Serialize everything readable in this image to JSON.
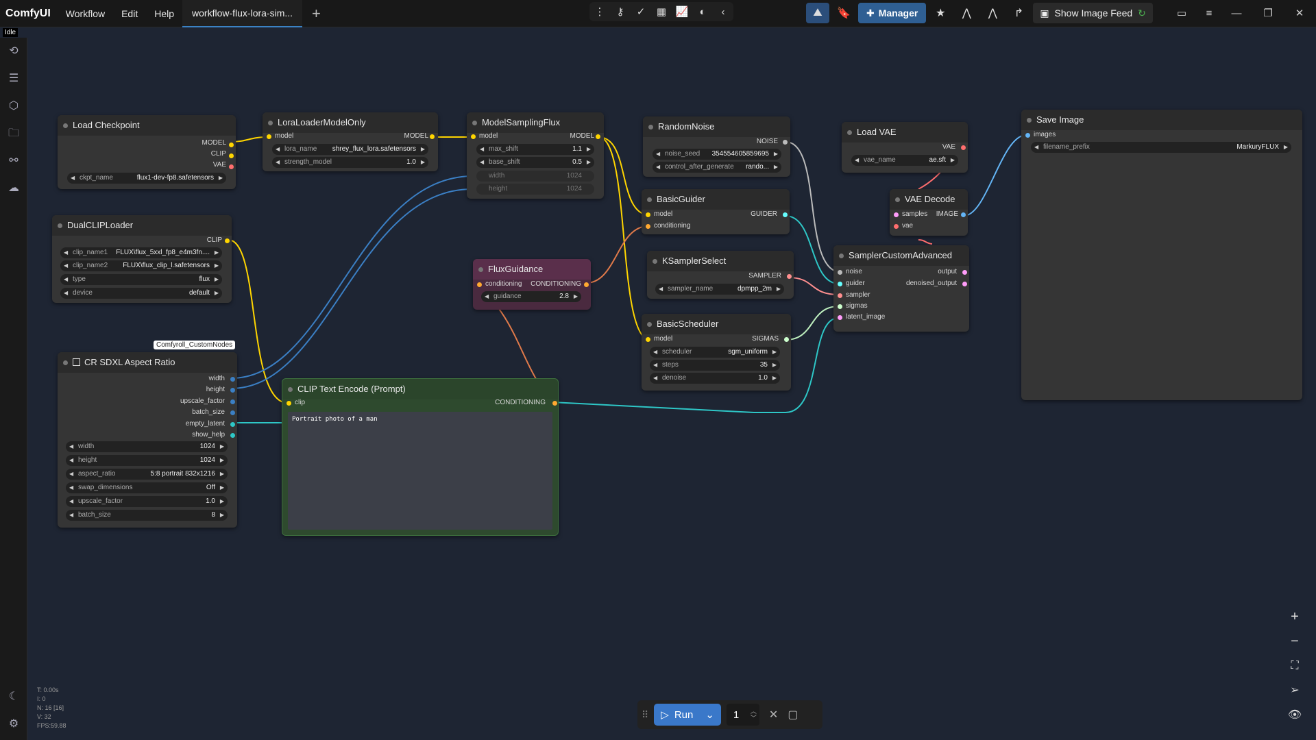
{
  "app": {
    "brand": "ComfyUI",
    "menu": [
      "Workflow",
      "Edit",
      "Help"
    ],
    "tab_title": "workflow-flux-lora-sim...",
    "status": "Idle"
  },
  "toolbar_right": {
    "manager_label": "Manager",
    "feed_label": "Show Image Feed"
  },
  "stats": [
    "T: 0.00s",
    "I: 0",
    "N: 16 [16]",
    "V: 32",
    "FPS:59.88"
  ],
  "run": {
    "label": "Run",
    "quantity": "1"
  },
  "tooltip": "Comfyroll_CustomNodes",
  "nodes": {
    "load_checkpoint": {
      "title": "Load Checkpoint",
      "outputs": [
        "MODEL",
        "CLIP",
        "VAE"
      ],
      "ckpt_label": "ckpt_name",
      "ckpt_value": "flux1-dev-fp8.safetensors"
    },
    "lora": {
      "title": "LoraLoaderModelOnly",
      "in": "model",
      "out": "MODEL",
      "w1l": "lora_name",
      "w1v": "shrey_flux_lora.safetensors",
      "w2l": "strength_model",
      "w2v": "1.0"
    },
    "msf": {
      "title": "ModelSamplingFlux",
      "in": "model",
      "out": "MODEL",
      "w1l": "max_shift",
      "w1v": "1.1",
      "w2l": "base_shift",
      "w2v": "0.5",
      "w3l": "width",
      "w3v": "1024",
      "w4l": "height",
      "w4v": "1024"
    },
    "random_noise": {
      "title": "RandomNoise",
      "out": "NOISE",
      "w1l": "noise_seed",
      "w1v": "354554605859695",
      "w2l": "control_after_generate",
      "w2v": "rando..."
    },
    "load_vae": {
      "title": "Load VAE",
      "out": "VAE",
      "w1l": "vae_name",
      "w1v": "ae.sft"
    },
    "save_image": {
      "title": "Save Image",
      "in": "images",
      "w1l": "filename_prefix",
      "w1v": "MarkuryFLUX"
    },
    "dual_clip": {
      "title": "DualCLIPLoader",
      "out": "CLIP",
      "w1l": "clip_name1",
      "w1v": "FLUX\\flux_5xxl_fp8_e4m3fn....",
      "w2l": "clip_name2",
      "w2v": "FLUX\\flux_clip_l.safetensors",
      "w3l": "type",
      "w3v": "flux",
      "w4l": "device",
      "w4v": "default"
    },
    "basic_guider": {
      "title": "BasicGuider",
      "in1": "model",
      "in2": "conditioning",
      "out": "GUIDER"
    },
    "vae_decode": {
      "title": "VAE Decode",
      "in1": "samples",
      "in2": "vae",
      "out": "IMAGE"
    },
    "flux_guidance": {
      "title": "FluxGuidance",
      "in": "conditioning",
      "out": "CONDITIONING",
      "w1l": "guidance",
      "w1v": "2.8"
    },
    "ksampler_select": {
      "title": "KSamplerSelect",
      "out": "SAMPLER",
      "w1l": "sampler_name",
      "w1v": "dpmpp_2m"
    },
    "sca": {
      "title": "SamplerCustomAdvanced",
      "ins": [
        "noise",
        "guider",
        "sampler",
        "sigmas",
        "latent_image"
      ],
      "outs": [
        "output",
        "denoised_output"
      ]
    },
    "basic_scheduler": {
      "title": "BasicScheduler",
      "in": "model",
      "out": "SIGMAS",
      "w1l": "scheduler",
      "w1v": "sgm_uniform",
      "w2l": "steps",
      "w2v": "35",
      "w3l": "denoise",
      "w3v": "1.0"
    },
    "cr_aspect": {
      "title": "CR SDXL Aspect Ratio",
      "outs": [
        "width",
        "height",
        "upscale_factor",
        "batch_size",
        "empty_latent",
        "show_help"
      ],
      "w1l": "width",
      "w1v": "1024",
      "w2l": "height",
      "w2v": "1024",
      "w3l": "aspect_ratio",
      "w3v": "5:8 portrait 832x1216",
      "w4l": "swap_dimensions",
      "w4v": "Off",
      "w5l": "upscale_factor",
      "w5v": "1.0",
      "w6l": "batch_size",
      "w6v": "8"
    },
    "clip_text": {
      "title": "CLIP Text Encode (Prompt)",
      "in": "clip",
      "out": "CONDITIONING",
      "prompt": "Portrait photo of a man"
    }
  },
  "colors": {
    "model": "#b39ddb",
    "clip": "#ffd500",
    "vae": "#ff6e6e",
    "conditioning": "#ffa931",
    "latent": "#ff9cf9",
    "image": "#64b5f6",
    "int": "#29699c",
    "noise": "#b0b0b0",
    "guider": "#66ffff",
    "sampler": "#ff8f8f",
    "sigmas": "#cdffcd"
  }
}
